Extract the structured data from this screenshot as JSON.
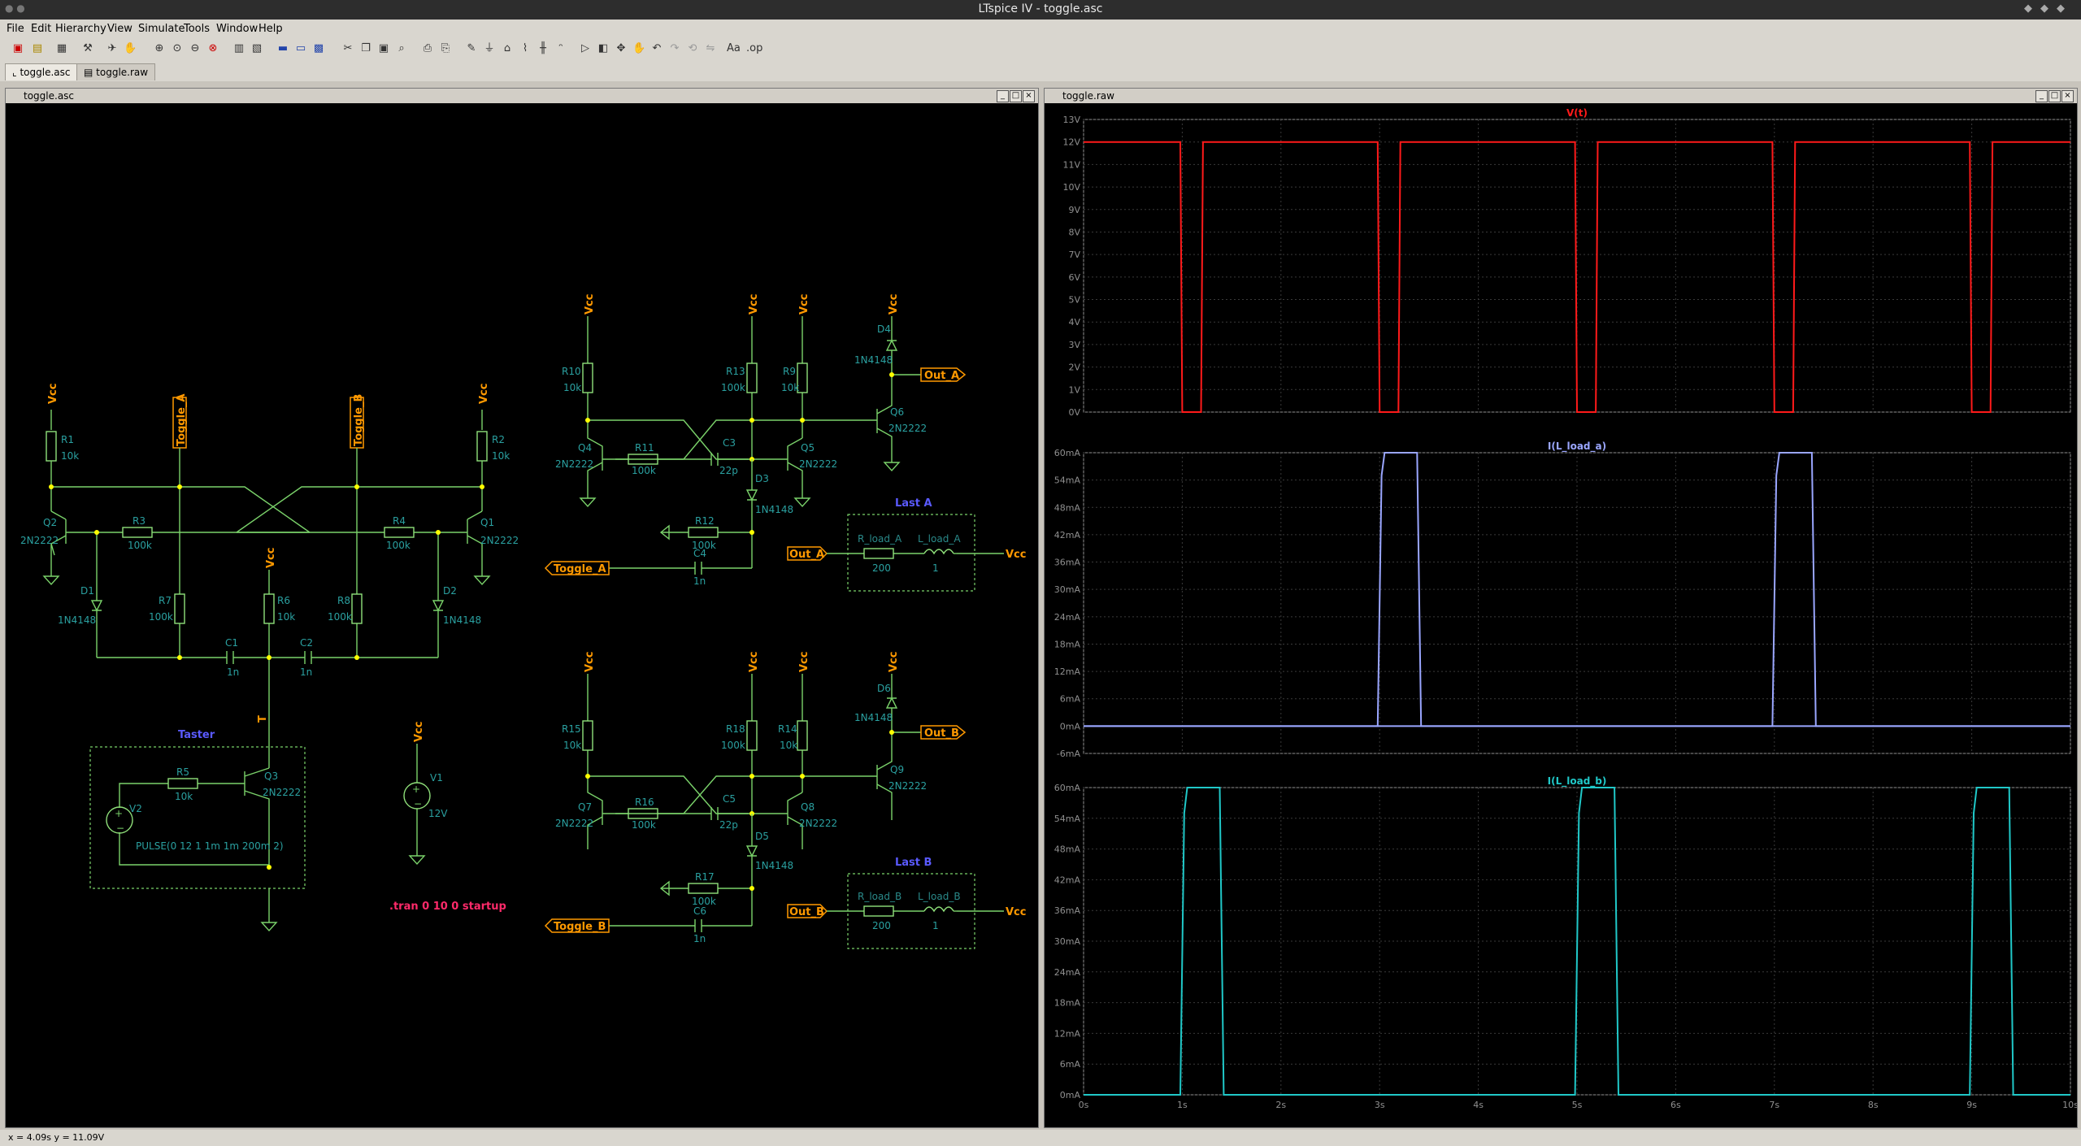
{
  "window": {
    "title": "LTspice IV - toggle.asc"
  },
  "menu": [
    "File",
    "Edit",
    "Hierarchy",
    "View",
    "Simulate",
    "Tools",
    "Window",
    "Help"
  ],
  "tabs": [
    {
      "label": "toggle.asc"
    },
    {
      "label": "toggle.raw"
    }
  ],
  "schematic": {
    "title": "toggle.asc",
    "vcc": "Vcc",
    "labels": {
      "toggle_a": "Toggle_A",
      "toggle_b": "Toggle_B",
      "out_a": "Out_A",
      "out_b": "Out_B",
      "r1": "R1",
      "r1v": "10k",
      "r2": "R2",
      "r2v": "10k",
      "r3": "R3",
      "r3v": "100k",
      "r4": "R4",
      "r4v": "100k",
      "r5": "R5",
      "r5v": "10k",
      "r6": "R6",
      "r6v": "10k",
      "r7": "R7",
      "r7v": "100k",
      "r8": "R8",
      "r8v": "100k",
      "q1": "Q1",
      "q1v": "2N2222",
      "q2": "Q2",
      "q2v": "2N2222",
      "q3": "Q3",
      "q3v": "2N2222",
      "d1": "D1",
      "d1v": "1N4148",
      "d2": "D2",
      "d2v": "1N4148",
      "c1": "C1",
      "c1v": "1n",
      "c2": "C2",
      "c2v": "1n",
      "t": "T",
      "taster": "Taster",
      "v1": "V1",
      "v1v": "12V",
      "v2": "V2",
      "pulse": "PULSE(0 12 1 1m 1m 200m 2)",
      "tran": ".tran 0 10 0 startup",
      "r10": "R10",
      "r10v": "10k",
      "r13": "R13",
      "r13v": "100k",
      "r9": "R9",
      "r9v": "10k",
      "d4": "D4",
      "d4v": "1N4148",
      "q4": "Q4",
      "q4v": "2N2222",
      "r11": "R11",
      "r11v": "100k",
      "c3": "C3",
      "c3v": "22p",
      "q5": "Q5",
      "q5v": "2N2222",
      "q6": "Q6",
      "q6v": "2N2222",
      "d3": "D3",
      "d3v": "1N4148",
      "r12": "R12",
      "r12v": "100k",
      "c4": "C4",
      "c4v": "1n",
      "last_a": "Last A",
      "rload_a": "R_load_A",
      "rload_av": "200",
      "lload_a": "L_load_A",
      "lload_av": "1",
      "r15": "R15",
      "r15v": "10k",
      "r18": "R18",
      "r18v": "100k",
      "r14": "R14",
      "r14v": "10k",
      "d6": "D6",
      "d6v": "1N4148",
      "q7": "Q7",
      "q7v": "2N2222",
      "r16": "R16",
      "r16v": "100k",
      "c5": "C5",
      "c5v": "22p",
      "q8": "Q8",
      "q8v": "2N2222",
      "q9": "Q9",
      "q9v": "2N2222",
      "d5": "D5",
      "d5v": "1N4148",
      "r17": "R17",
      "r17v": "100k",
      "c6": "C6",
      "c6v": "1n",
      "last_b": "Last B",
      "rload_b": "R_load_B",
      "rload_bv": "200",
      "lload_b": "L_load_B",
      "lload_bv": "1"
    }
  },
  "waveform": {
    "title": "toggle.raw",
    "colors": {
      "v_t": "#ff1a1a",
      "i_a": "#9aa6ff",
      "i_b": "#20c8c8",
      "grid": "#3a3a3a",
      "axis": "#909090"
    }
  },
  "chart_data": [
    {
      "type": "line",
      "title": "V(t)",
      "x": [
        0,
        0.98,
        1.0,
        1.19,
        1.21,
        2.98,
        3.0,
        3.19,
        3.21,
        4.98,
        5.0,
        5.19,
        5.21,
        6.98,
        7.0,
        7.19,
        7.21,
        8.98,
        9.0,
        9.19,
        9.21,
        10
      ],
      "series": [
        {
          "values": [
            12,
            12,
            0,
            0,
            12,
            12,
            0,
            0,
            12,
            12,
            0,
            0,
            12,
            12,
            0,
            0,
            12,
            12,
            0,
            0,
            12,
            12
          ]
        }
      ],
      "yticks": [
        "0V",
        "1V",
        "2V",
        "3V",
        "4V",
        "5V",
        "6V",
        "7V",
        "8V",
        "9V",
        "10V",
        "11V",
        "12V",
        "13V"
      ],
      "ylim": [
        0,
        13
      ],
      "xlim": [
        0,
        10
      ]
    },
    {
      "type": "line",
      "title": "I(L_load_a)",
      "x": [
        0,
        2.98,
        3.02,
        3.05,
        3.2,
        3.38,
        3.42,
        10
      ],
      "series": [
        {
          "values": [
            0,
            0,
            55,
            60,
            60,
            60,
            0,
            0
          ]
        }
      ],
      "x2": [
        0,
        6.98,
        7.02,
        7.05,
        7.2,
        7.38,
        7.42,
        10
      ],
      "yticks": [
        "-6mA",
        "0mA",
        "6mA",
        "12mA",
        "18mA",
        "24mA",
        "30mA",
        "36mA",
        "42mA",
        "48mA",
        "54mA",
        "60mA"
      ],
      "ylim": [
        -6,
        60
      ],
      "xlim": [
        0,
        10
      ]
    },
    {
      "type": "line",
      "title": "I(L_load_b)",
      "x": [
        0,
        0.98,
        1.02,
        1.05,
        1.2,
        1.38,
        1.42,
        4.98,
        5.02,
        5.05,
        5.2,
        5.38,
        5.42,
        8.98,
        9.02,
        9.05,
        9.2,
        9.38,
        9.42,
        10
      ],
      "series": [
        {
          "values": [
            0,
            0,
            55,
            60,
            60,
            60,
            0,
            0,
            55,
            60,
            60,
            60,
            0,
            0,
            55,
            60,
            60,
            60,
            0,
            0
          ]
        }
      ],
      "yticks": [
        "0mA",
        "6mA",
        "12mA",
        "18mA",
        "24mA",
        "30mA",
        "36mA",
        "42mA",
        "48mA",
        "54mA",
        "60mA"
      ],
      "ylim": [
        0,
        60
      ],
      "xticks": [
        "0s",
        "1s",
        "2s",
        "3s",
        "4s",
        "5s",
        "6s",
        "7s",
        "8s",
        "9s",
        "10s"
      ],
      "xlim": [
        0,
        10
      ]
    }
  ],
  "status": {
    "text": "x = 4.09s   y = 11.09V"
  }
}
